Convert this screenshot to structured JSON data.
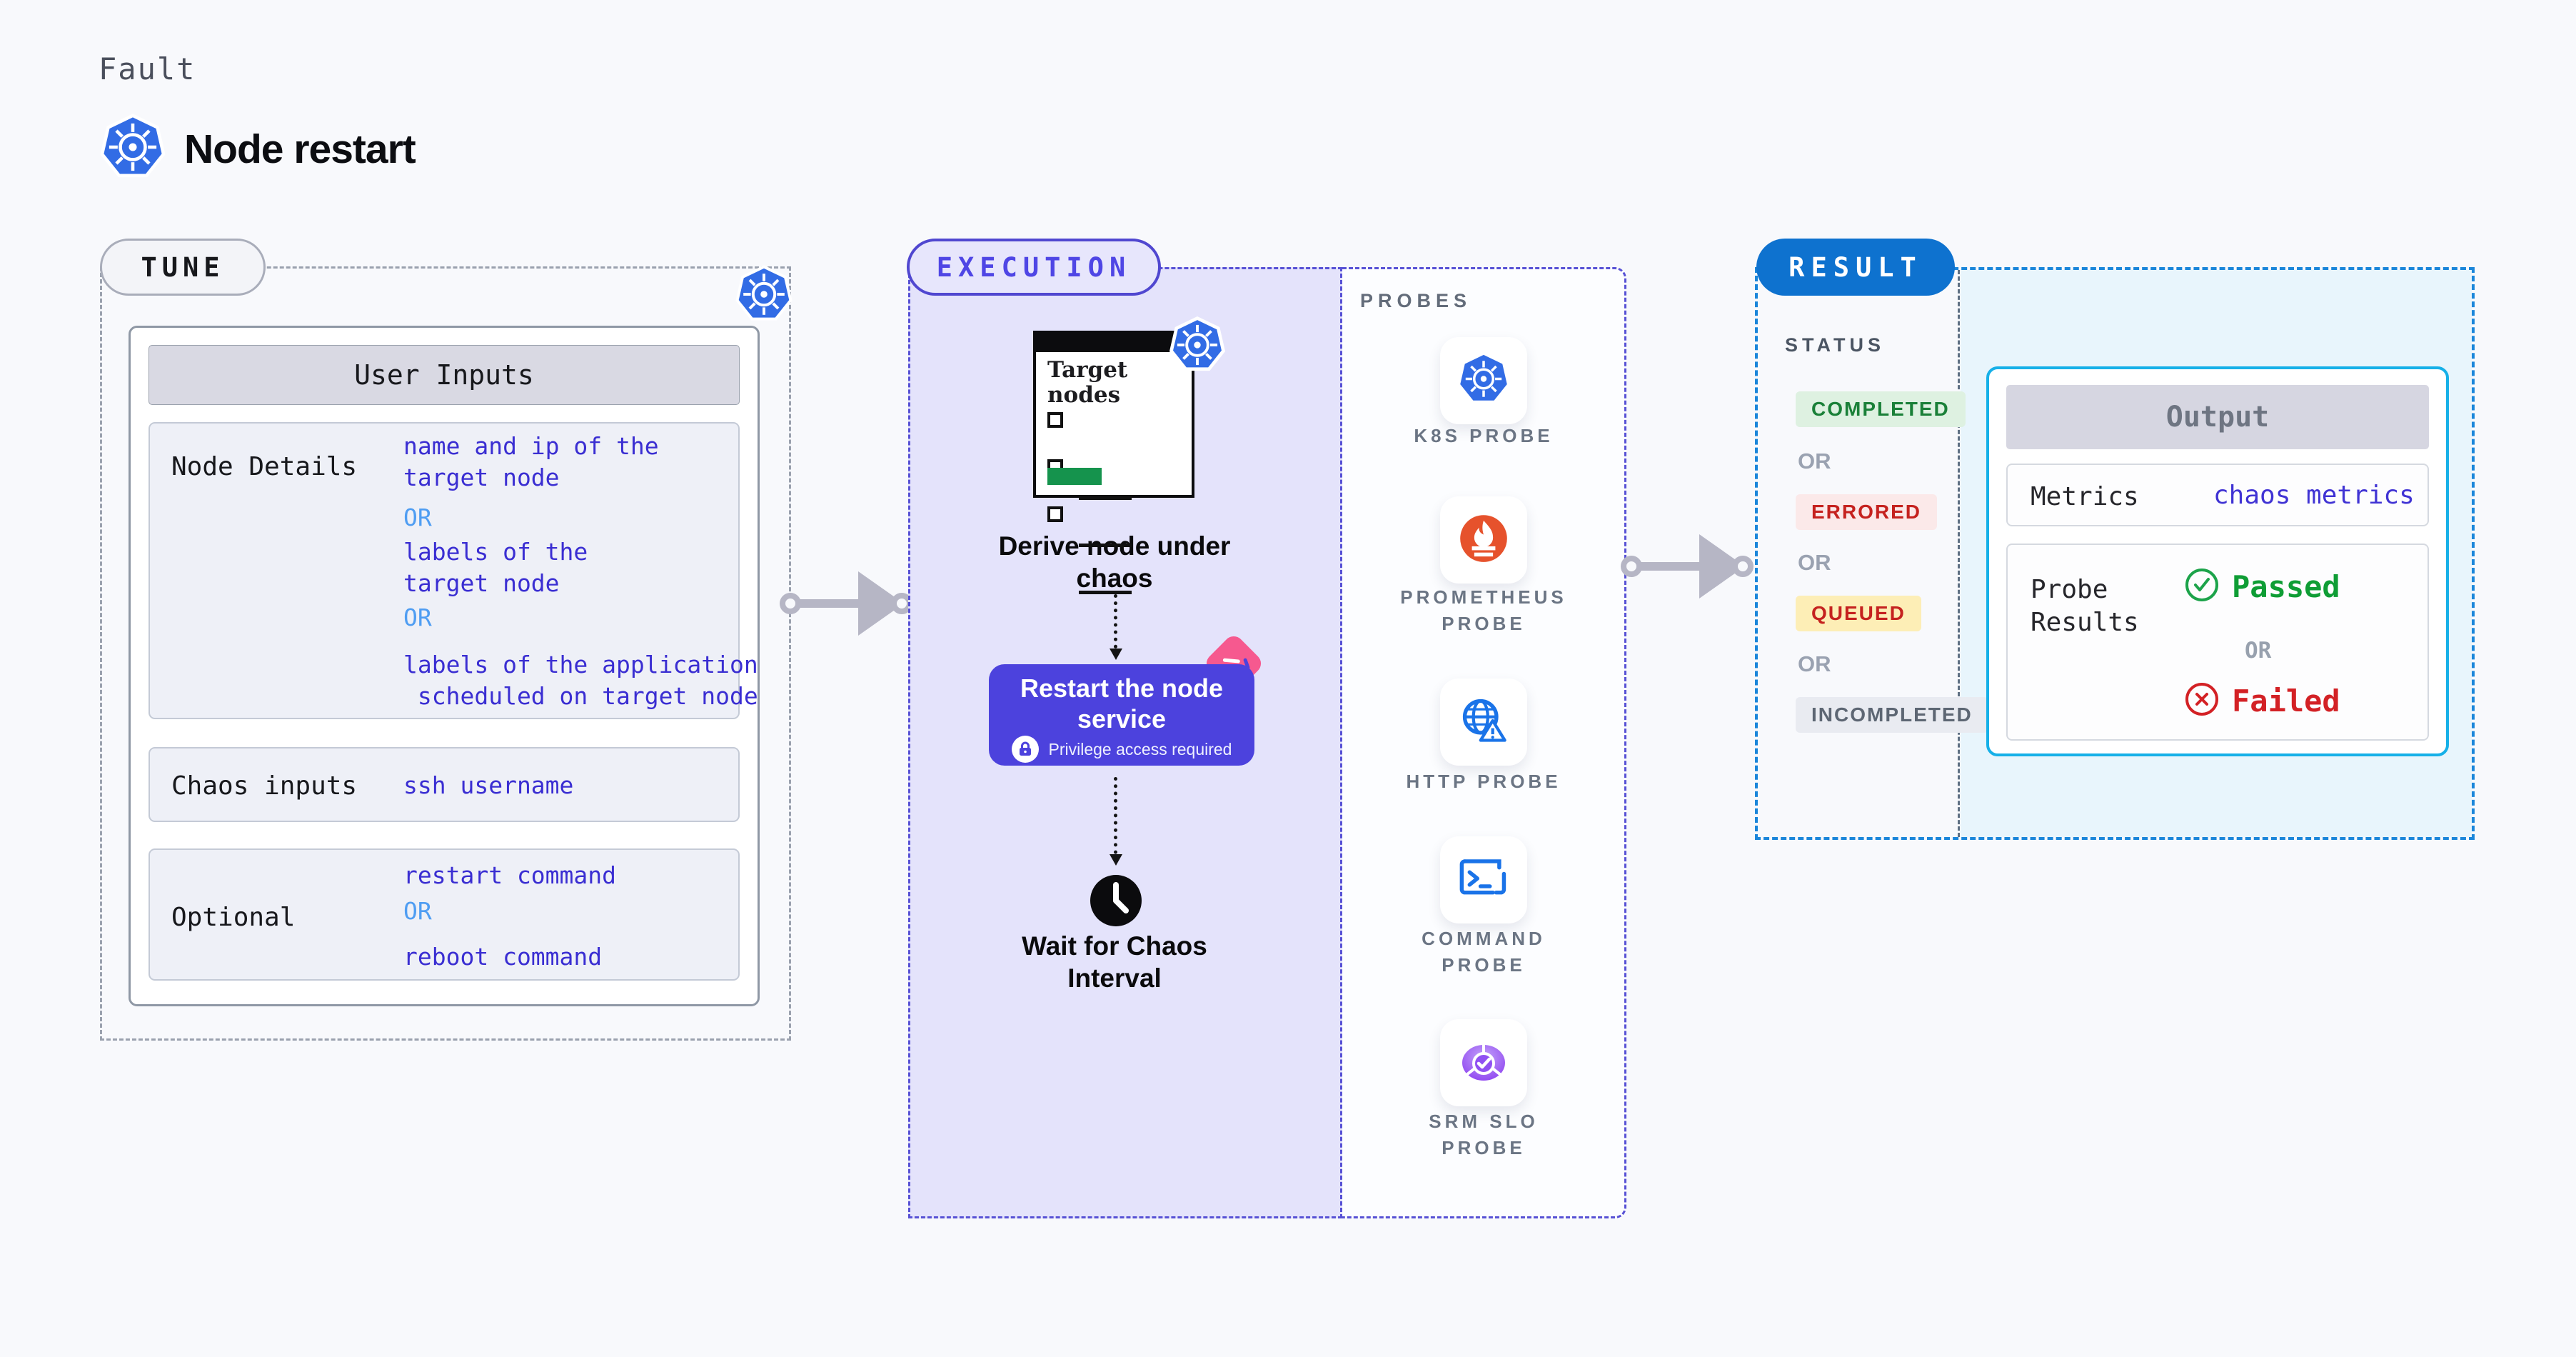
{
  "page": {
    "kicker": "Fault",
    "title": "Node restart"
  },
  "colors": {
    "background": "#f8f9fc",
    "tune_dash": "#9aa1ae",
    "execution_accent": "#4f46e5",
    "execution_fill": "#e4e3fb",
    "restart_box": "#4c42dd",
    "chaos_pink": "#f6598f",
    "result_badge_blue": "#0e72cf",
    "result_dash_blue": "#1b86da",
    "result_fill": "#e8f5fc",
    "output_border_cyan": "#16b0e8",
    "value_indigo": "#3a2ed2",
    "or_light_blue": "#4f9df2",
    "completed_green": "#1a8038",
    "errored_red": "#c5221f",
    "passed_green": "#0f9d35",
    "failed_red": "#d32125",
    "k8s_blue": "#326ce5",
    "prometheus_orange": "#e6522c",
    "target_green": "#15934d"
  },
  "tune": {
    "badge": "TUNE",
    "table_title": "User Inputs",
    "node_details": {
      "label": "Node Details",
      "v1a": "name and ip of the",
      "v1b": "target node",
      "or1": "OR",
      "v2a": "labels of the",
      "v2b": "target node",
      "or2": "OR",
      "v3a": "labels of the application",
      "v3b": " scheduled on target node"
    },
    "chaos_inputs": {
      "label": "Chaos inputs",
      "value": "ssh username"
    },
    "optional": {
      "label": "Optional",
      "v1": "restart command",
      "or": "OR",
      "v2": "reboot command"
    }
  },
  "execution": {
    "badge": "EXECUTION",
    "window_title": "Target\nnodes",
    "step1": "Derive node under chaos",
    "step2": "Restart the node service",
    "step2_note": "Privilege access required",
    "step3": "Wait for Chaos Interval"
  },
  "probes": {
    "heading": "PROBES",
    "items": [
      {
        "icon": "k8s-icon",
        "label1": "K8S PROBE",
        "label2": ""
      },
      {
        "icon": "prometheus-icon",
        "label1": "PROMETHEUS",
        "label2": "PROBE"
      },
      {
        "icon": "http-icon",
        "label1": "HTTP PROBE",
        "label2": ""
      },
      {
        "icon": "command-icon",
        "label1": "COMMAND",
        "label2": "PROBE"
      },
      {
        "icon": "srm-slo-icon",
        "label1": "SRM SLO",
        "label2": "PROBE"
      }
    ]
  },
  "result": {
    "badge": "RESULT",
    "status_heading": "STATUS",
    "completed": "COMPLETED",
    "or1": "OR",
    "errored": "ERRORED",
    "or2": "OR",
    "queued": "QUEUED",
    "or3": "OR",
    "incompleted": "INCOMPLETED",
    "output": {
      "title": "Output",
      "metrics_label": "Metrics",
      "metrics_value": "chaos metrics",
      "probe_results_label": "Probe Results",
      "passed": "Passed",
      "or": "OR",
      "failed": "Failed"
    }
  }
}
